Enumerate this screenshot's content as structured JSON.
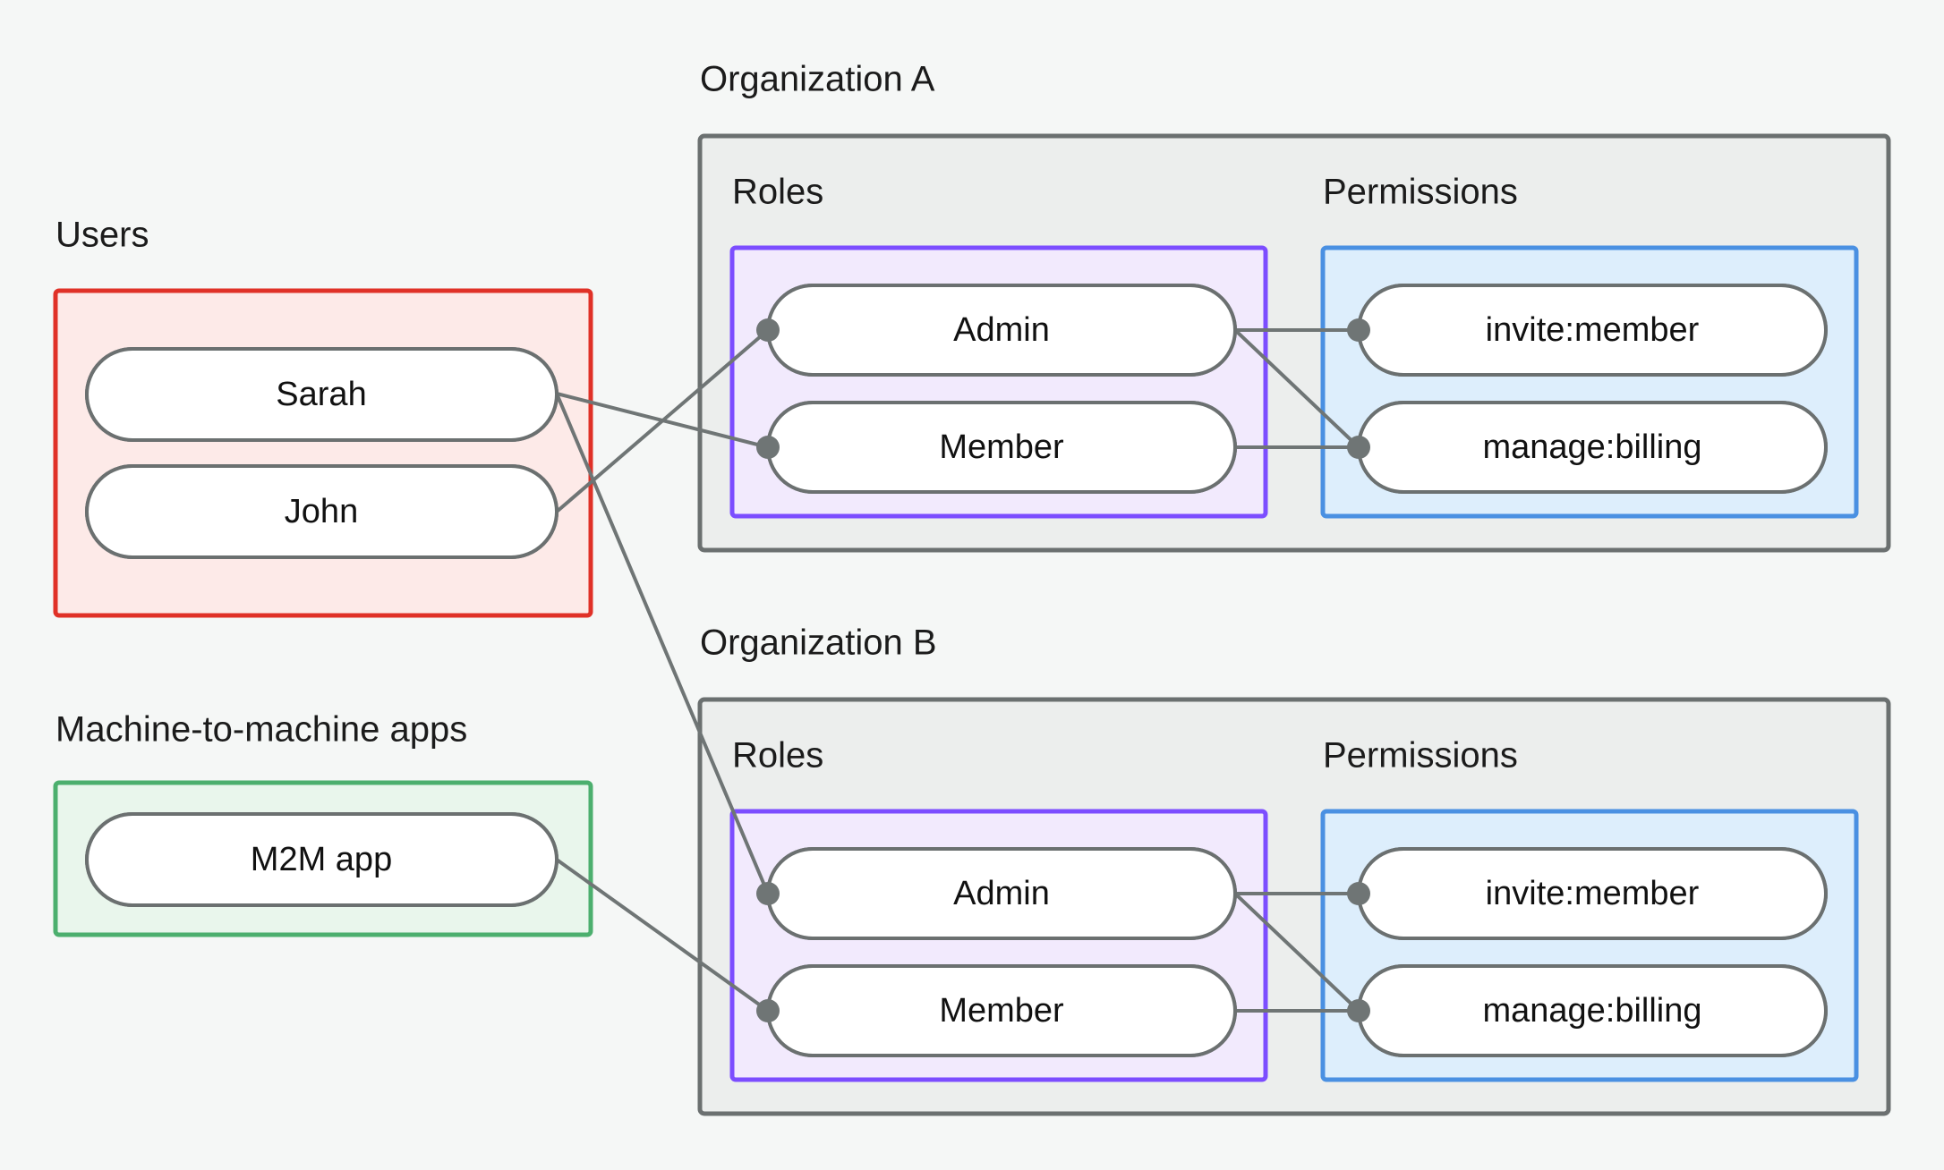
{
  "diagram": {
    "title_implicit": "",
    "background_color": "#f5f7f6",
    "sections": [
      {
        "id": "users",
        "label": "Users",
        "box_color": "#e03127",
        "box_fill": "#fdeae8",
        "nodes": [
          {
            "id": "sarah",
            "label": "Sarah"
          },
          {
            "id": "john",
            "label": "John"
          }
        ]
      },
      {
        "id": "m2m",
        "label": "Machine-to-machine apps",
        "box_color": "#4caf6e",
        "box_fill": "#e9f6ec",
        "nodes": [
          {
            "id": "m2m_app",
            "label": "M2M app"
          }
        ]
      }
    ],
    "organizations": [
      {
        "id": "org_a",
        "label": "Organization A",
        "box_color": "#6b7070",
        "box_fill": "#eceeed",
        "roles": {
          "label": "Roles",
          "box_color": "#7c4dff",
          "box_fill": "#f2eafd",
          "nodes": [
            {
              "id": "a_admin",
              "label": "Admin"
            },
            {
              "id": "a_member",
              "label": "Member"
            }
          ]
        },
        "permissions": {
          "label": "Permissions",
          "box_color": "#4a90e2",
          "box_fill": "#ddeefc",
          "nodes": [
            {
              "id": "a_invite",
              "label": "invite:member"
            },
            {
              "id": "a_billing",
              "label": "manage:billing"
            }
          ]
        }
      },
      {
        "id": "org_b",
        "label": "Organization B",
        "box_color": "#6b7070",
        "box_fill": "#eceeed",
        "roles": {
          "label": "Roles",
          "box_color": "#7c4dff",
          "box_fill": "#f2eafd",
          "nodes": [
            {
              "id": "b_admin",
              "label": "Admin"
            },
            {
              "id": "b_member",
              "label": "Member"
            }
          ]
        },
        "permissions": {
          "label": "Permissions",
          "box_color": "#4a90e2",
          "box_fill": "#ddeefc",
          "nodes": [
            {
              "id": "b_invite",
              "label": "invite:member"
            },
            {
              "id": "b_billing",
              "label": "manage:billing"
            }
          ]
        }
      }
    ],
    "edges": [
      {
        "from": "sarah",
        "to": "a_member"
      },
      {
        "from": "sarah",
        "to": "b_admin"
      },
      {
        "from": "john",
        "to": "a_admin"
      },
      {
        "from": "m2m_app",
        "to": "b_member"
      },
      {
        "from": "a_admin",
        "to": "a_invite"
      },
      {
        "from": "a_admin",
        "to": "a_billing"
      },
      {
        "from": "a_member",
        "to": "a_billing"
      },
      {
        "from": "b_admin",
        "to": "b_invite"
      },
      {
        "from": "b_admin",
        "to": "b_billing"
      },
      {
        "from": "b_member",
        "to": "b_billing"
      }
    ],
    "edge_color": "#6f7575",
    "node_stroke_color": "#6b7070",
    "node_fill": "#ffffff",
    "text_color": "#111111"
  }
}
